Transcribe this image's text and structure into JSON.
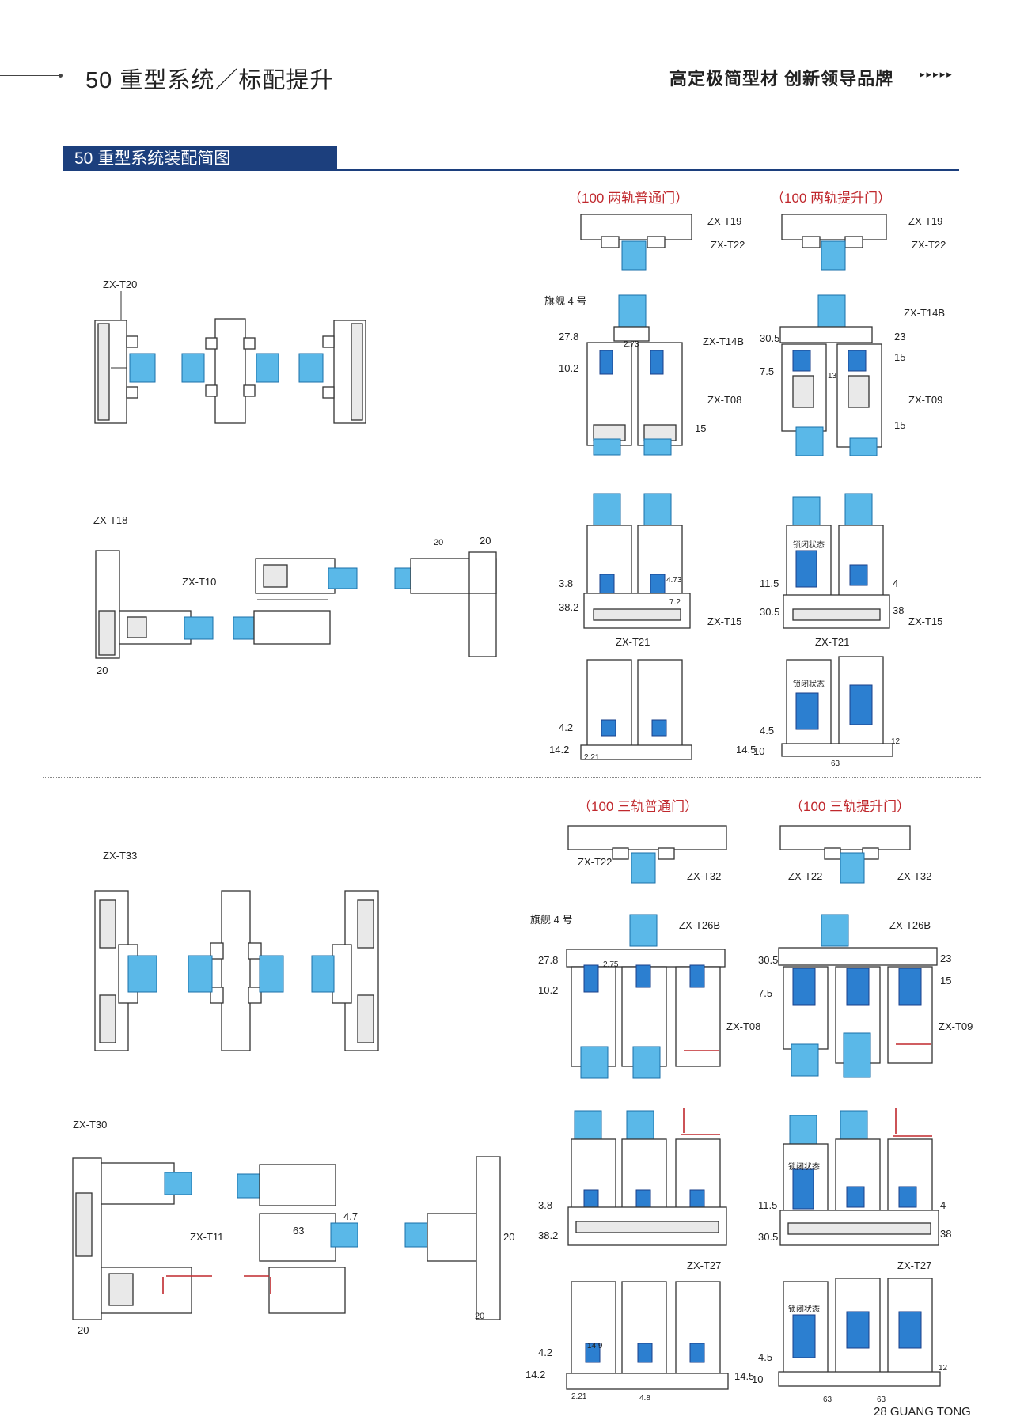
{
  "header": {
    "title": "50 重型系统／标配提升",
    "slogan": "高定极简型材  创新领导品牌",
    "arrows": "▸▸▸▸▸"
  },
  "section": {
    "title": "50 重型系统装配简图"
  },
  "groups": {
    "two_rail_normal": "（100 两轨普通门）",
    "two_rail_lift": "（100 两轨提升门）",
    "three_rail_normal": "（100 三轨普通门）",
    "three_rail_lift": "（100 三轨提升门）"
  },
  "labels": {
    "t20": "ZX-T20",
    "t18": "ZX-T18",
    "t10": "ZX-T10",
    "t33": "ZX-T33",
    "t30": "ZX-T30",
    "t11": "ZX-T11",
    "t19a": "ZX-T19",
    "t22a": "ZX-T22",
    "t19b": "ZX-T19",
    "t22b": "ZX-T22",
    "flag_a": "旗舰 4 号",
    "t14b_a": "ZX-T14B",
    "t08_a": "ZX-T08",
    "t14b_b": "ZX-T14B",
    "t09_b": "ZX-T09",
    "t15_a": "ZX-T15",
    "t21_a": "ZX-T21",
    "t15_b": "ZX-T15",
    "t21_b": "ZX-T21",
    "lock_a": "锁闭状态",
    "lock_b": "锁闭状态",
    "t22c": "ZX-T22",
    "t32c": "ZX-T32",
    "t22d": "ZX-T22",
    "t32d": "ZX-T32",
    "flag_c": "旗舰 4 号",
    "t26b_c": "ZX-T26B",
    "t08_c": "ZX-T08",
    "t26b_d": "ZX-T26B",
    "t09_d": "ZX-T09",
    "t27_c": "ZX-T27",
    "t27_d": "ZX-T27",
    "lock_c": "锁闭状态",
    "lock_d": "锁闭状态"
  },
  "dims": {
    "d20a": "20",
    "d20b": "20",
    "d20c": "20",
    "d20d": "20",
    "d20e": "20",
    "d278a": "27.8",
    "d102a": "10.2",
    "d273a": "2.73",
    "d15a": "15",
    "d305b": "30.5",
    "d75b": "7.5",
    "d23b": "23",
    "d15b": "15",
    "d15c": "15",
    "d13b": "13",
    "d38a": "3.8",
    "d382a": "38.2",
    "d472a": "4.73",
    "d72a": "7.2",
    "d115b": "11.5",
    "d305c": "30.5",
    "d4b": "4",
    "d38b": "38",
    "d42a": "4.2",
    "d142a": "14.2",
    "d221a": "2.21",
    "d45b": "4.5",
    "d145b": "14.5",
    "d10b": "10",
    "d12b": "12",
    "d63b": "63",
    "d278c": "27.8",
    "d102c": "10.2",
    "d275c": "2.75",
    "d305d": "30.5",
    "d75d": "7.5",
    "d23d": "23",
    "d15d": "15",
    "d38c": "3.8",
    "d382c": "38.2",
    "d115d": "11.5",
    "d305e": "30.5",
    "d4d": "4",
    "d38d": "38",
    "d42c": "4.2",
    "d142c": "14.2",
    "d221c": "2.21",
    "d48c": "4.8",
    "d149c": "14.9",
    "d45d": "4.5",
    "d145d": "14.5",
    "d10d": "10",
    "d12d": "12",
    "d63d1": "63",
    "d63d2": "63",
    "d47": "4.7",
    "d63e": "63",
    "d20f": "20"
  },
  "footer": {
    "page": "28",
    "brand": "GUANG TONG"
  },
  "colors": {
    "brand_blue": "#1c3f7d",
    "accent_red": "#c0282d",
    "glass_blue": "#5ab8e8"
  }
}
